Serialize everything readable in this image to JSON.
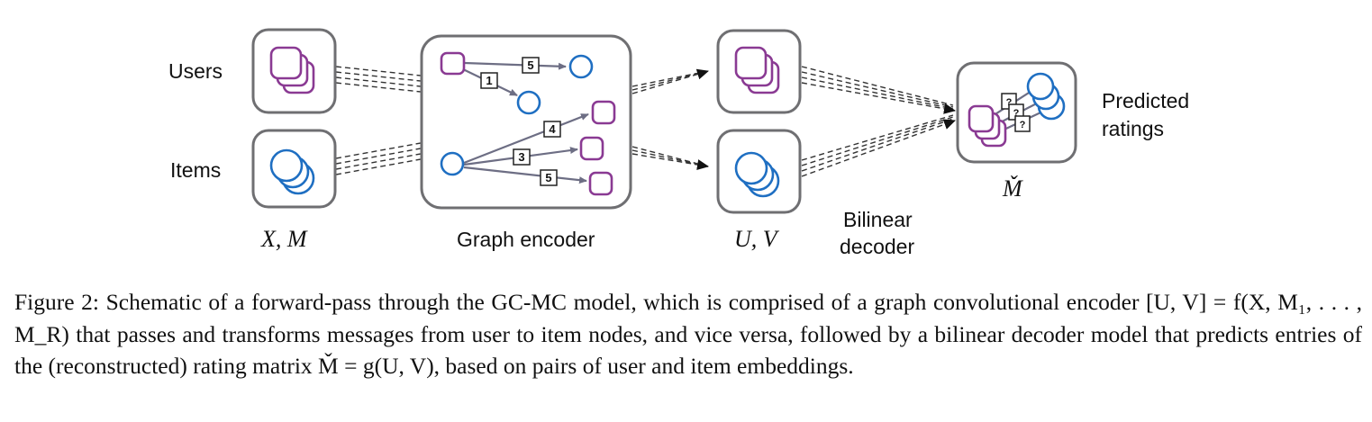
{
  "labels": {
    "users": "Users",
    "items": "Items",
    "inputs": "X, M",
    "graph_encoder": "Graph encoder",
    "embeddings": "U, V",
    "bilinear_line1": "Bilinear",
    "bilinear_line2": "decoder",
    "predicted_line1": "Predicted",
    "predicted_line2": "ratings",
    "output": "M̌"
  },
  "encoder_edges": {
    "user_edge_top": "5",
    "user_edge_bottom": "1",
    "item_edge_top": "4",
    "item_edge_middle": "3",
    "item_edge_bottom": "5"
  },
  "unknown_rating_marks": [
    "?",
    "?",
    "?"
  ],
  "colors": {
    "user_node": "#8a3a93",
    "item_node": "#1f6fc2",
    "box_border": "#6f6f72",
    "edge": "#6d6e84"
  },
  "caption": "Figure 2: Schematic of a forward-pass through the GC-MC model, which is comprised of a graph convolutional encoder [U, V] = f(X, M₁, . . . , M_R) that passes and transforms messages from user to item nodes, and vice versa, followed by a bilinear decoder model that predicts entries of the (reconstructed) rating matrix M̌ = g(U, V), based on pairs of user and item embeddings."
}
